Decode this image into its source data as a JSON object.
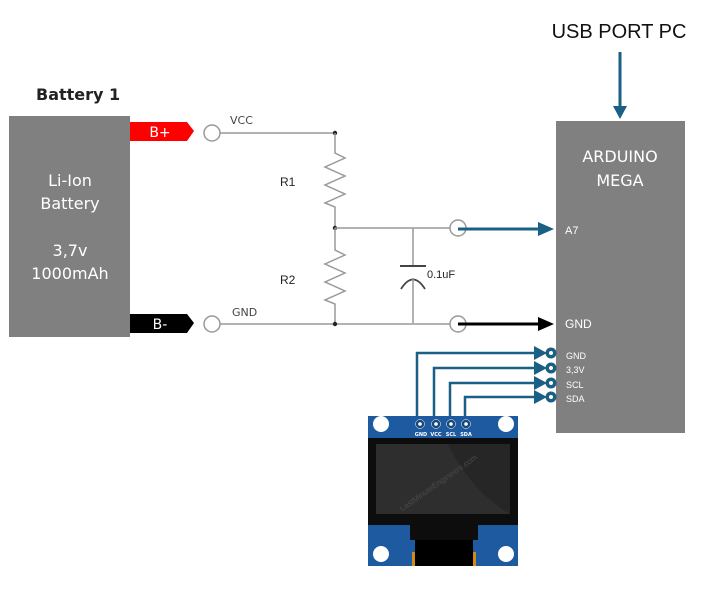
{
  "title": "Battery voltage monitor schematic",
  "usb": {
    "label": "USB PORT PC"
  },
  "battery": {
    "heading": "Battery 1",
    "line1": "Li-Ion",
    "line2": "Battery",
    "voltage": "3,7v",
    "capacity": "1000mAh",
    "pos_label": "B+",
    "neg_label": "B-"
  },
  "circuit": {
    "vcc_label": "VCC",
    "gnd_label": "GND",
    "r1_label": "R1",
    "r2_label": "R2",
    "cap_label": "0.1uF"
  },
  "arduino": {
    "line1": "ARDUINO",
    "line2": "MEGA",
    "pins": {
      "a7": "A7",
      "gnd": "GND",
      "oled_gnd": "GND",
      "oled_vcc": "3,3V",
      "scl": "SCL",
      "sda": "SDA"
    }
  },
  "oled": {
    "pins": [
      "GND",
      "VCC",
      "SCL",
      "SDA"
    ],
    "watermark": "LastMinuteEngineers.com"
  },
  "colors": {
    "box_gray": "#808080",
    "wire_gray": "#999999",
    "signal_blue": "#1a5f86",
    "b_plus_red": "#ff0000",
    "b_minus_black": "#000000",
    "oled_pcb": "#1e5aa0"
  }
}
